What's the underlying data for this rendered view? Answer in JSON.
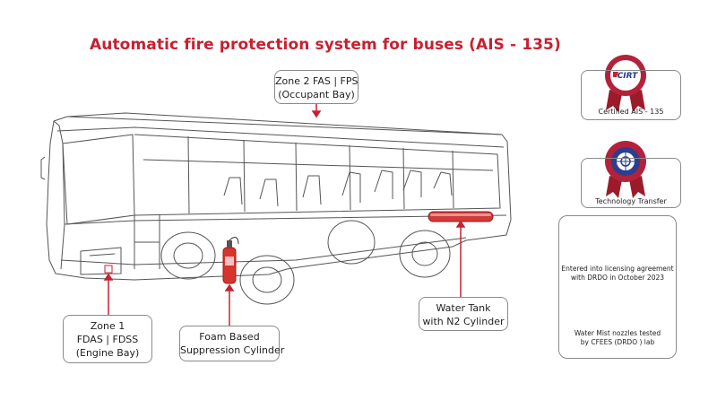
{
  "title": "Automatic fire protection system for buses (AIS - 135)",
  "zones": {
    "zone2": {
      "line1": "Zone 2 FAS | FPS",
      "line2": "(Occupant Bay)"
    },
    "zone1": {
      "line1": "Zone 1",
      "line2": "FDAS | FDSS",
      "line3": "(Engine Bay)"
    },
    "foam": {
      "line1": "Foam Based",
      "line2": "Suppression Cylinder"
    },
    "water": {
      "line1": "Water Tank",
      "line2": "with N2 Cylinder"
    }
  },
  "badges": {
    "cirt": {
      "logo_text": "CIRT",
      "caption": "Certified AIS - 135"
    },
    "drdo": {
      "caption": "Technology Transfer"
    }
  },
  "info": {
    "licensing": {
      "line1": "Entered into licensing agreement",
      "line2": "with DRDO in October 2023"
    },
    "mist": {
      "line1": "Water Mist nozzles tested",
      "line2": "by CFEES (DRDO ) lab"
    }
  },
  "colors": {
    "accent": "#c8202f",
    "line": "#555555",
    "border": "#8a8a8a"
  }
}
